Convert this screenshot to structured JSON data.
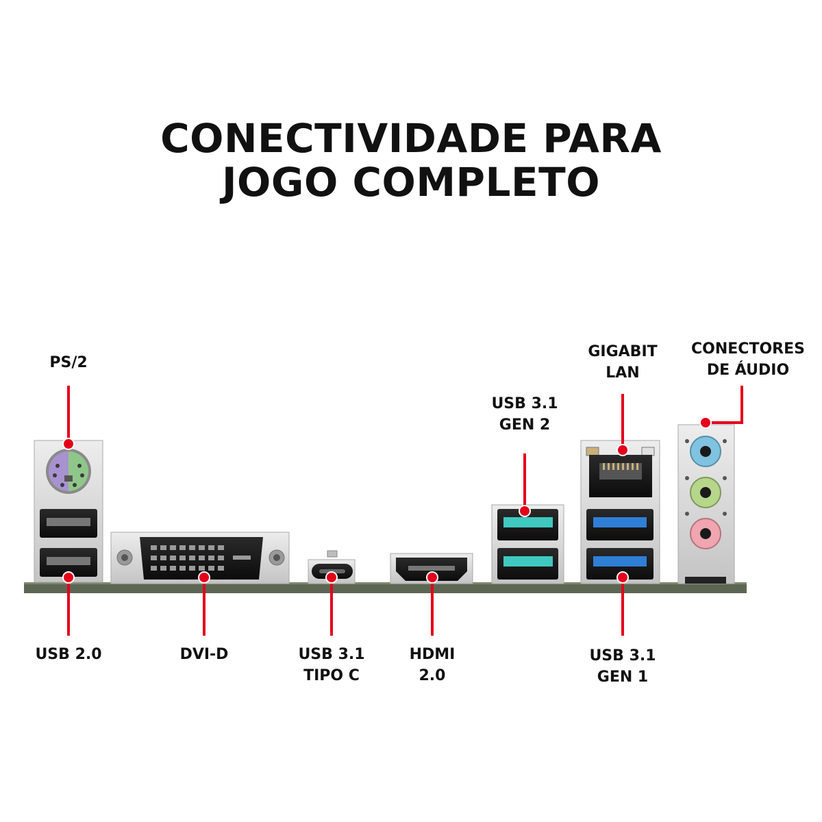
{
  "title": {
    "line1": "CONECTIVIDADE PARA",
    "line2": "JOGO COMPLETO"
  },
  "labels": {
    "ps2": "PS/2",
    "gigabit_lan": [
      "GIGABIT",
      "LAN"
    ],
    "audio": [
      "CONECTORES",
      "DE ÁUDIO"
    ],
    "usb31_gen2": [
      "USB 3.1",
      "GEN 2"
    ],
    "usb20": "USB 2.0",
    "dvid": "DVI-D",
    "usb31_typec": [
      "USB 3.1",
      "TIPO C"
    ],
    "hdmi": [
      "HDMI",
      "2.0"
    ],
    "usb31_gen1": [
      "USB 3.1",
      "GEN 1"
    ]
  },
  "colors": {
    "pointer": "#e3001b",
    "metal": "#d6d6d6",
    "pcb": "#5d6653",
    "ps2_purple": "#a892cf",
    "ps2_green": "#8fc78a",
    "usb3_blue": "#2f7fd6",
    "usb31_teal": "#3fc9c0",
    "audio_blue": "#7fc3e0",
    "audio_green": "#b6d68a",
    "audio_pink": "#f0a6b0"
  }
}
